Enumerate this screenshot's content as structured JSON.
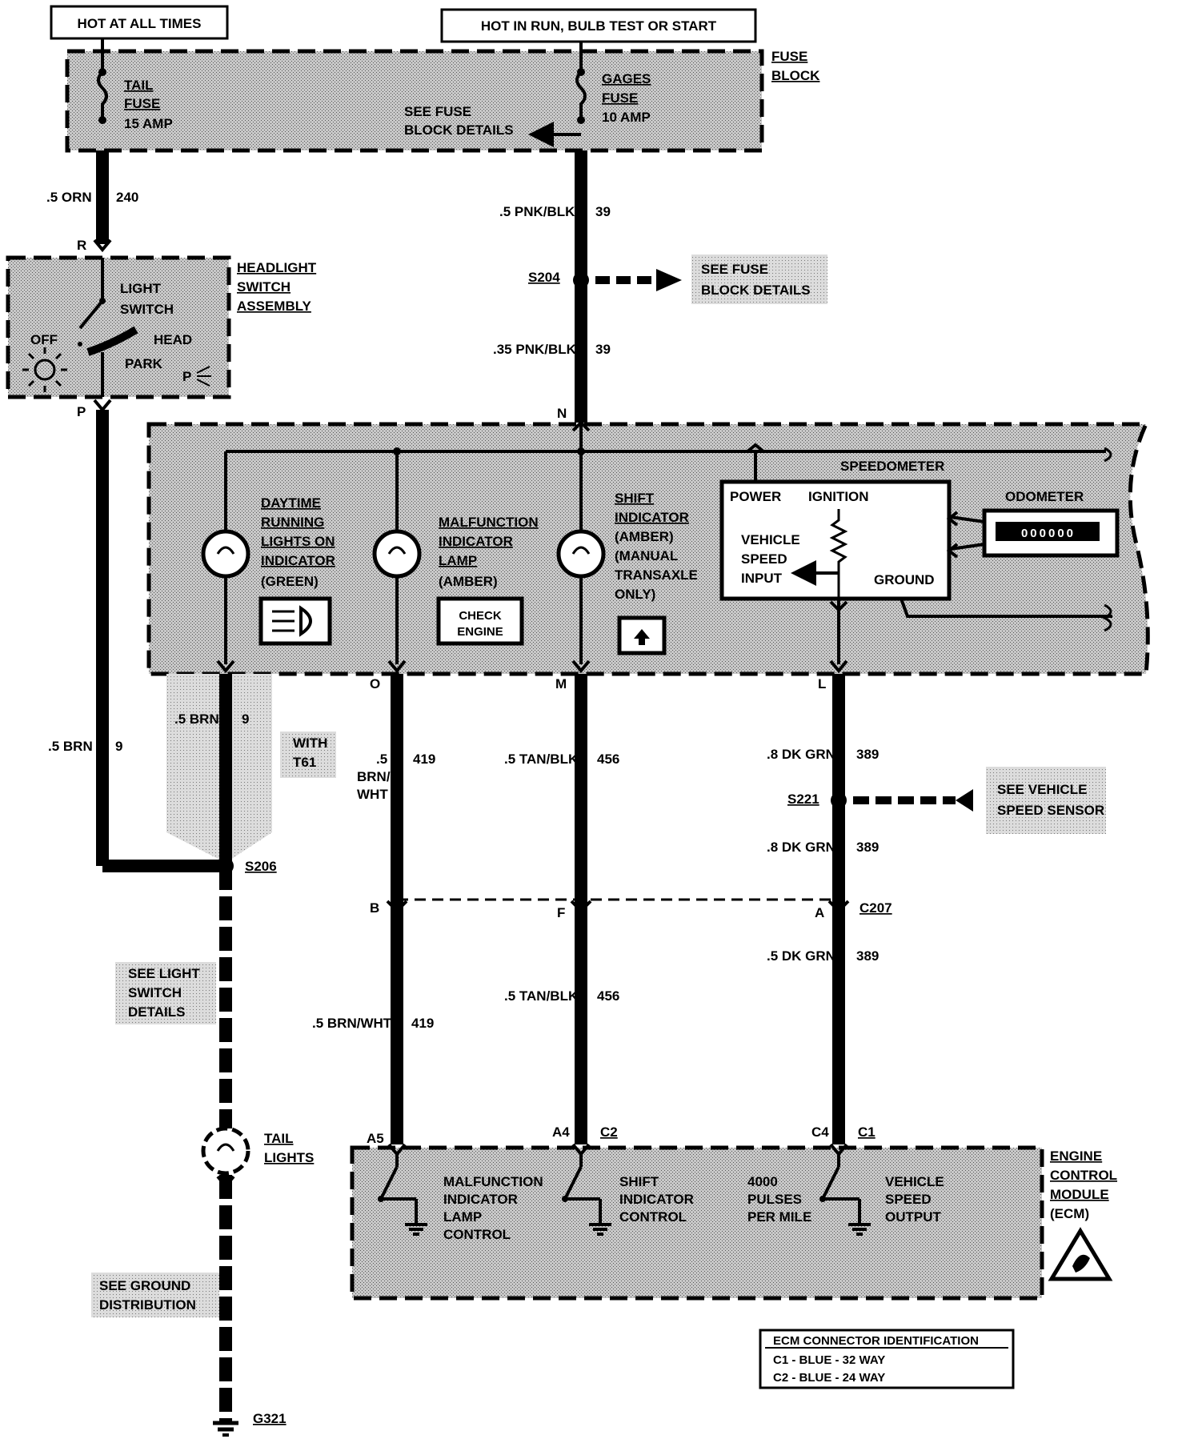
{
  "headers": {
    "hot_at_all_times": "HOT AT ALL TIMES",
    "hot_in_run": "HOT IN RUN, BULB TEST OR START"
  },
  "fuse_block": {
    "title_line1": "FUSE",
    "title_line2": "BLOCK",
    "tail_fuse": [
      "TAIL",
      "FUSE",
      "15 AMP"
    ],
    "gages_fuse": [
      "GAGES",
      "FUSE",
      "10 AMP"
    ],
    "see_details": [
      "SEE FUSE",
      "BLOCK DETAILS"
    ]
  },
  "wires": {
    "w240": {
      "gauge": ".5 ORN",
      "circuit": "240"
    },
    "w39a": {
      "gauge": ".5 PNK/BLK",
      "circuit": "39"
    },
    "w39b": {
      "gauge": ".35 PNK/BLK",
      "circuit": "39"
    },
    "w9a": {
      "gauge": ".5 BRN",
      "circuit": "9"
    },
    "w9b": {
      "gauge": ".5 BRN",
      "circuit": "9"
    },
    "w419a": {
      "gauge_l1": ".5",
      "gauge_l2": "BRN/",
      "gauge_l3": "WHT",
      "circuit": "419"
    },
    "w419b": {
      "gauge": ".5 BRN/WHT",
      "circuit": "419"
    },
    "w456a": {
      "gauge": ".5 TAN/BLK",
      "circuit": "456"
    },
    "w456b": {
      "gauge": ".5 TAN/BLK",
      "circuit": "456"
    },
    "w389a": {
      "gauge": ".8 DK GRN",
      "circuit": "389"
    },
    "w389b": {
      "gauge": ".8 DK GRN",
      "circuit": "389"
    },
    "w389c": {
      "gauge": ".5 DK GRN",
      "circuit": "389"
    }
  },
  "headlight_switch": {
    "title": [
      "HEADLIGHT",
      "SWITCH",
      "ASSEMBLY"
    ],
    "light_switch": [
      "LIGHT",
      "SWITCH"
    ],
    "off": "OFF",
    "head": "HEAD",
    "park": "PARK",
    "p": "P"
  },
  "splices": {
    "s204": "S204",
    "s204_note": [
      "SEE FUSE",
      "BLOCK DETAILS"
    ],
    "s206": "S206",
    "s221": "S221",
    "s221_note": [
      "SEE VEHICLE",
      "SPEED SENSOR"
    ]
  },
  "pins": {
    "R": "R",
    "P": "P",
    "N": "N",
    "B": "B",
    "O": "O",
    "M": "M",
    "L": "L",
    "C207_B": "B",
    "C207_F": "F",
    "C207_A": "A",
    "C207": "C207",
    "A5": "A5",
    "A4": "A4",
    "C2": "C2",
    "C4": "C4",
    "C1": "C1"
  },
  "cluster": {
    "drl": [
      "DAYTIME",
      "RUNNING",
      "LIGHTS ON",
      "INDICATOR",
      "(GREEN)"
    ],
    "mil": [
      "MALFUNCTION",
      "INDICATOR",
      "LAMP",
      "(AMBER)"
    ],
    "check_engine": [
      "CHECK",
      "ENGINE"
    ],
    "shift": [
      "SHIFT",
      "INDICATOR",
      "(AMBER)",
      "(MANUAL",
      "TRANSAXLE",
      "ONLY)"
    ],
    "speedometer": "SPEEDOMETER",
    "power": "POWER",
    "ignition": "IGNITION",
    "vss_input": [
      "VEHICLE",
      "SPEED",
      "INPUT"
    ],
    "ground": "GROUND",
    "odometer": "ODOMETER",
    "odometer_digits": "000000"
  },
  "with_t61": [
    "WITH",
    "T61"
  ],
  "see_light_switch": [
    "SEE LIGHT",
    "SWITCH",
    "DETAILS"
  ],
  "tail_lights": [
    "TAIL",
    "LIGHTS"
  ],
  "see_ground": [
    "SEE GROUND",
    "DISTRIBUTION"
  ],
  "g321": "G321",
  "ecm": {
    "title": [
      "ENGINE",
      "CONTROL",
      "MODULE",
      "(ECM)"
    ],
    "mil_control": [
      "MALFUNCTION",
      "INDICATOR",
      "LAMP",
      "CONTROL"
    ],
    "shift_control": [
      "SHIFT",
      "INDICATOR",
      "CONTROL"
    ],
    "pulses": [
      "4000",
      "PULSES",
      "PER MILE"
    ],
    "vss_output": [
      "VEHICLE",
      "SPEED",
      "OUTPUT"
    ]
  },
  "ecm_connector_id": {
    "title": "ECM CONNECTOR IDENTIFICATION",
    "rows": [
      "C1 - BLUE - 32 WAY",
      "C2 - BLUE - 24 WAY"
    ]
  }
}
